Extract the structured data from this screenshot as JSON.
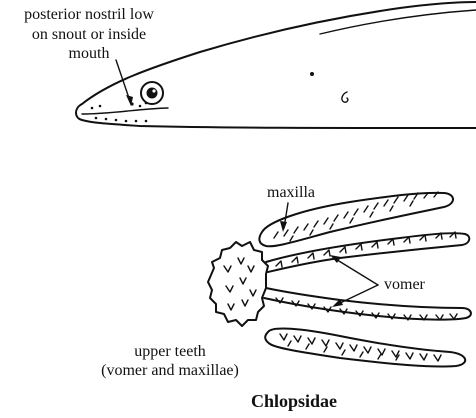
{
  "labels": {
    "nostril_line1": "posterior nostril low",
    "nostril_line2": "on snout or inside",
    "nostril_line3": "mouth",
    "maxilla": "maxilla",
    "vomer": "vomer",
    "upper_teeth_line1": "upper teeth",
    "upper_teeth_line2": "(vomer and maxillae)"
  },
  "title": "Chlopsidae",
  "colors": {
    "ink": "#111111",
    "background": "#ffffff"
  }
}
